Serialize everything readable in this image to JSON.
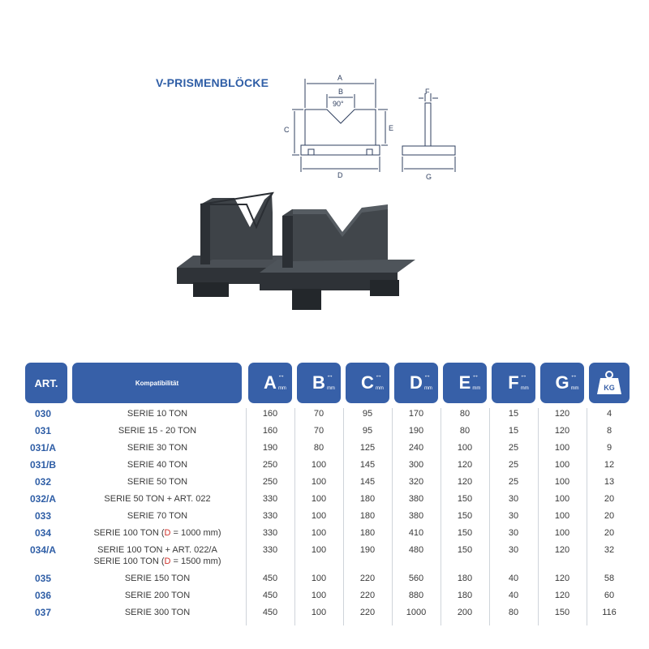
{
  "title": "V-PRISMENBLÖCKE",
  "diagram": {
    "labels": {
      "a": "A",
      "b": "B",
      "angle": "90°",
      "c": "C",
      "d": "D",
      "e": "E",
      "f": "F",
      "g": "G"
    }
  },
  "photo": {
    "description_icon": "v-block-photo"
  },
  "table": {
    "header": {
      "art": "ART.",
      "kompatibilitat": "Kompatibilität",
      "cols": [
        {
          "letter": "A",
          "unit": "mm"
        },
        {
          "letter": "B",
          "unit": "mm"
        },
        {
          "letter": "C",
          "unit": "mm"
        },
        {
          "letter": "D",
          "unit": "mm"
        },
        {
          "letter": "E",
          "unit": "mm"
        },
        {
          "letter": "F",
          "unit": "mm"
        },
        {
          "letter": "G",
          "unit": "mm"
        }
      ],
      "kg": "KG"
    },
    "rows": [
      {
        "art": "030",
        "komp": "SERIE 10 TON",
        "vals": [
          "160",
          "70",
          "95",
          "170",
          "80",
          "15",
          "120",
          "4"
        ]
      },
      {
        "art": "031",
        "komp": "SERIE 15 - 20 TON",
        "vals": [
          "160",
          "70",
          "95",
          "190",
          "80",
          "15",
          "120",
          "8"
        ]
      },
      {
        "art": "031/A",
        "komp": "SERIE 30 TON",
        "vals": [
          "190",
          "80",
          "125",
          "240",
          "100",
          "25",
          "100",
          "9"
        ]
      },
      {
        "art": "031/B",
        "komp": "SERIE 40 TON",
        "vals": [
          "250",
          "100",
          "145",
          "300",
          "120",
          "25",
          "100",
          "12"
        ]
      },
      {
        "art": "032",
        "komp": "SERIE 50 TON",
        "vals": [
          "250",
          "100",
          "145",
          "320",
          "120",
          "25",
          "100",
          "13"
        ]
      },
      {
        "art": "032/A",
        "komp": "SERIE 50 TON + ART. 022",
        "vals": [
          "330",
          "100",
          "180",
          "380",
          "150",
          "30",
          "100",
          "20"
        ]
      },
      {
        "art": "033",
        "komp": "SERIE 70 TON",
        "vals": [
          "330",
          "100",
          "180",
          "380",
          "150",
          "30",
          "100",
          "20"
        ]
      },
      {
        "art": "034",
        "komp_parts": [
          "SERIE 100 TON (",
          "D",
          " = 1000 mm)"
        ],
        "vals": [
          "330",
          "100",
          "180",
          "410",
          "150",
          "30",
          "100",
          "20"
        ]
      },
      {
        "art": "034/A",
        "komp_line1": "SERIE 100 TON + ART. 022/A",
        "komp_parts": [
          "SERIE 100 TON (",
          "D",
          " = 1500 mm)"
        ],
        "vals": [
          "330",
          "100",
          "190",
          "480",
          "150",
          "30",
          "120",
          "32"
        ]
      },
      {
        "art": "035",
        "komp": "SERIE 150 TON",
        "vals": [
          "450",
          "100",
          "220",
          "560",
          "180",
          "40",
          "120",
          "58"
        ]
      },
      {
        "art": "036",
        "komp": "SERIE 200 TON",
        "vals": [
          "450",
          "100",
          "220",
          "880",
          "180",
          "40",
          "120",
          "60"
        ]
      },
      {
        "art": "037",
        "komp": "SERIE 300 TON",
        "vals": [
          "450",
          "100",
          "220",
          "1000",
          "200",
          "80",
          "150",
          "116"
        ]
      }
    ]
  },
  "colors": {
    "accent": "#3760a8",
    "title": "#2f5ea6",
    "highlight": "#d0302a"
  }
}
